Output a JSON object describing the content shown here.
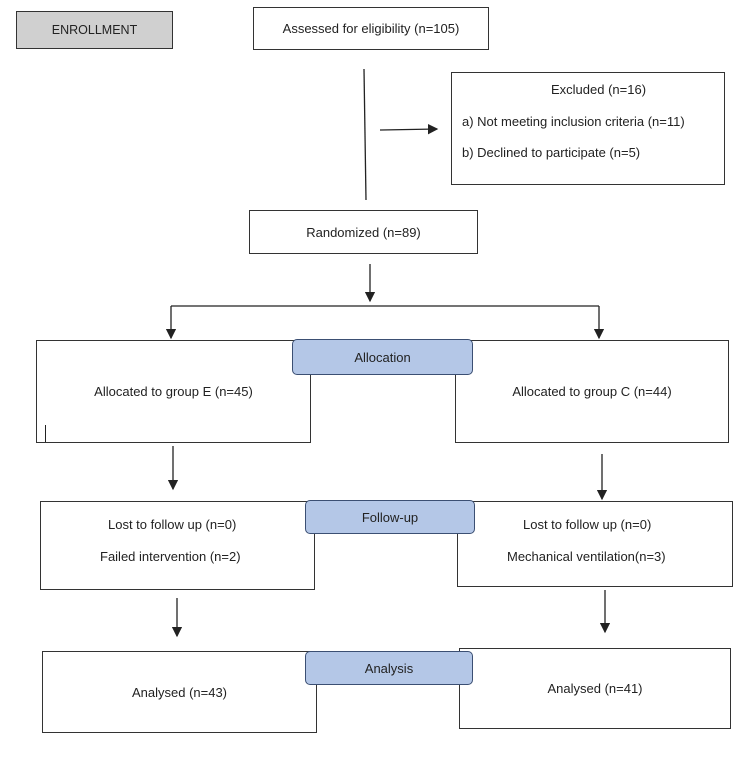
{
  "enrollment": {
    "label": "ENROLLMENT"
  },
  "assessed": {
    "label": "Assessed for eligibility (n=105)"
  },
  "excluded": {
    "title": "Excluded (n=16)",
    "items": [
      "a) Not meeting inclusion criteria (n=11)",
      "b) Declined to participate (n=5)"
    ]
  },
  "randomized": {
    "label": "Randomized (n=89)"
  },
  "allocation": {
    "label": "Allocation",
    "group_e": "Allocated to group E (n=45)",
    "group_c": "Allocated to group C  (n=44)"
  },
  "followup": {
    "label": "Follow-up",
    "group_e": [
      "Lost to follow up (n=0)",
      "Failed intervention (n=2)"
    ],
    "group_c": [
      "Lost to follow up (n=0)",
      "Mechanical ventilation(n=3)"
    ]
  },
  "analysis": {
    "label": "Analysis",
    "group_e": "Analysed (n=43)",
    "group_c": "Analysed (n=41)"
  },
  "colors": {
    "stage_label_bg": "#b4c7e7",
    "enrollment_bg": "#d0d0d0"
  }
}
